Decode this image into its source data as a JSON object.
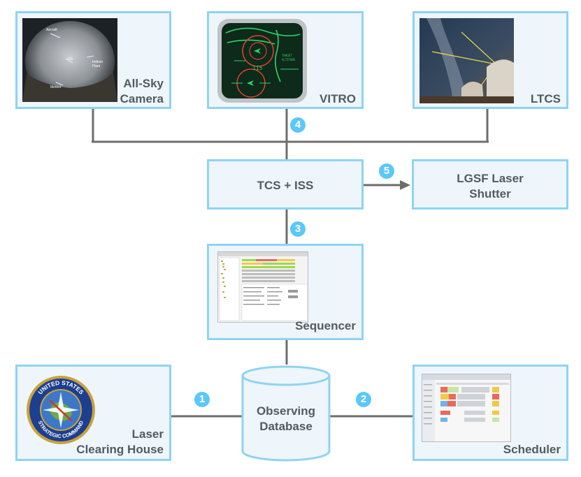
{
  "boxes": {
    "all_sky_camera": {
      "label": "All-Sky\nCamera"
    },
    "vitro": {
      "label": "VITRO",
      "screen_text": [
        "115",
        "TARGET",
        "ALTITUDE"
      ]
    },
    "ltcs": {
      "label": "LTCS"
    },
    "tcs_iss": {
      "label": "TCS + ISS"
    },
    "lgsf_laser_shutter": {
      "label": "LGSF Laser\nShutter"
    },
    "sequencer": {
      "label": "Sequencer"
    },
    "laser_clearing_house": {
      "label": "Laser\nClearing House",
      "seal_text": "UNITED STATES STRATEGIC COMMAND"
    },
    "observing_database": {
      "label": "Observing\nDatabase"
    },
    "scheduler": {
      "label": "Scheduler"
    }
  },
  "sky_annotations": [
    "Aircraft",
    "ISS",
    "Iridium Flare",
    "Meteor"
  ],
  "steps": [
    "1",
    "2",
    "3",
    "4",
    "5"
  ],
  "colors": {
    "box_border": "#8fd3f2",
    "box_fill": "#eef6fb",
    "connector": "#6d6d6d",
    "badge": "#5ac8fa",
    "label_text": "#555a5e"
  }
}
